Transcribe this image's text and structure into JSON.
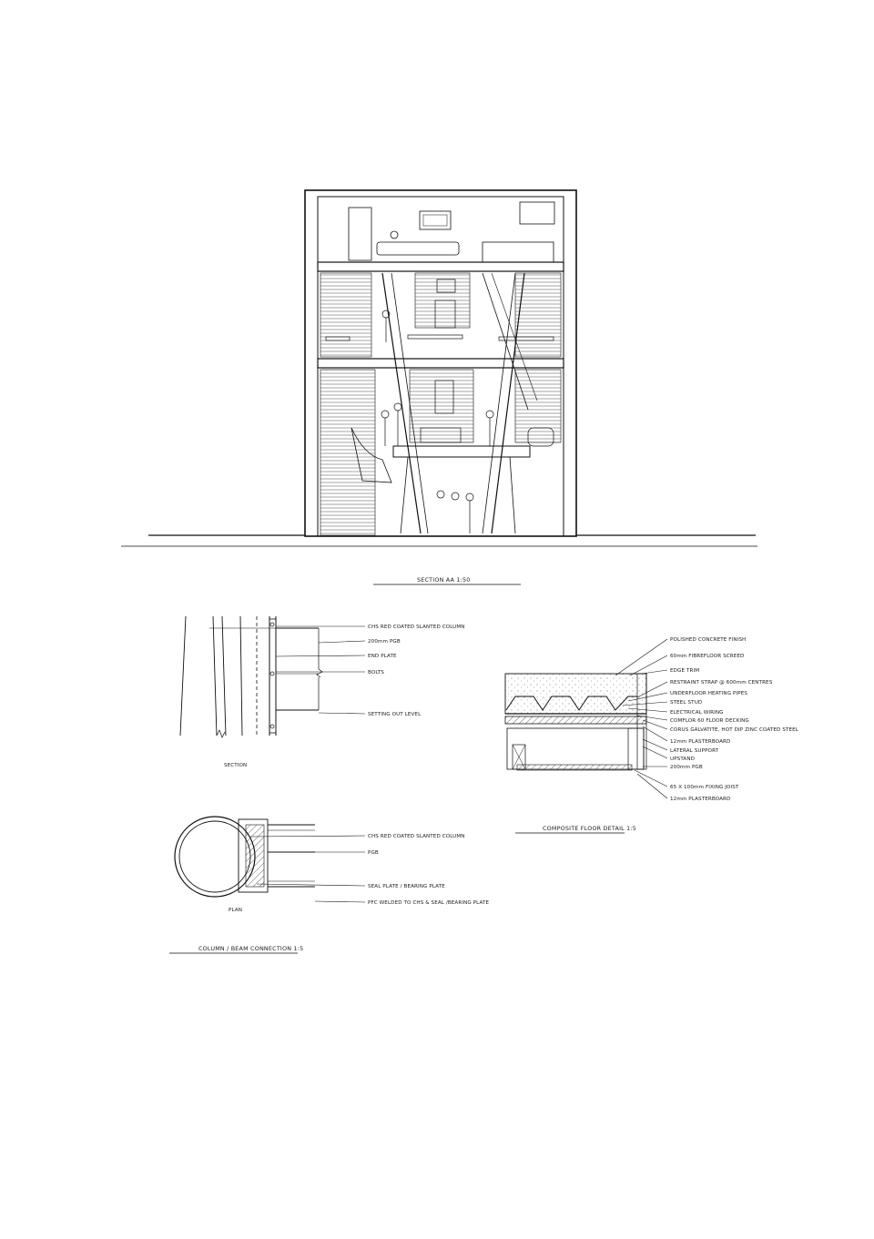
{
  "section_title": "SECTION AA 1:50",
  "column_detail": {
    "title": "COLUMN / BEAM CONNECTION 1:5",
    "section_caption": "SECTION",
    "plan_caption": "PLAN",
    "section_labels": [
      "CHS RED COATED SLANTED COLUMN",
      "200mm PGB",
      "END PLATE",
      "BOLTS",
      "SETTING OUT LEVEL"
    ],
    "plan_labels": [
      "CHS RED COATED SLANTED COLUMN",
      "PGB",
      "SEAL PLATE / BEARING PLATE",
      "PFC WELDED TO CHS & SEAL /BEARING PLATE"
    ]
  },
  "floor_detail": {
    "title": "COMPOSITE FLOOR DETAIL 1:5",
    "labels": [
      "POLISHED CONCRETE FINISH",
      "60mm FIBREFLOOR SCREED",
      "EDGE TRIM",
      "RESTRAINT STRAP @ 600mm CENTRES",
      "UNDERFLOOR HEATING PIPES",
      "STEEL STUD",
      "ELECTRICAL WIRING",
      "COMFLOR 60 FLOOR DECKING",
      "CORUS GALVATITE, HOT DIP ZINC COATED STEEL",
      "12mm PLASTERBOARD",
      "LATERAL SUPPORT",
      "UPSTAND",
      "200mm PGB",
      "65 X 100mm FIXING JOIST",
      "12mm PLASTERBOARD"
    ]
  }
}
